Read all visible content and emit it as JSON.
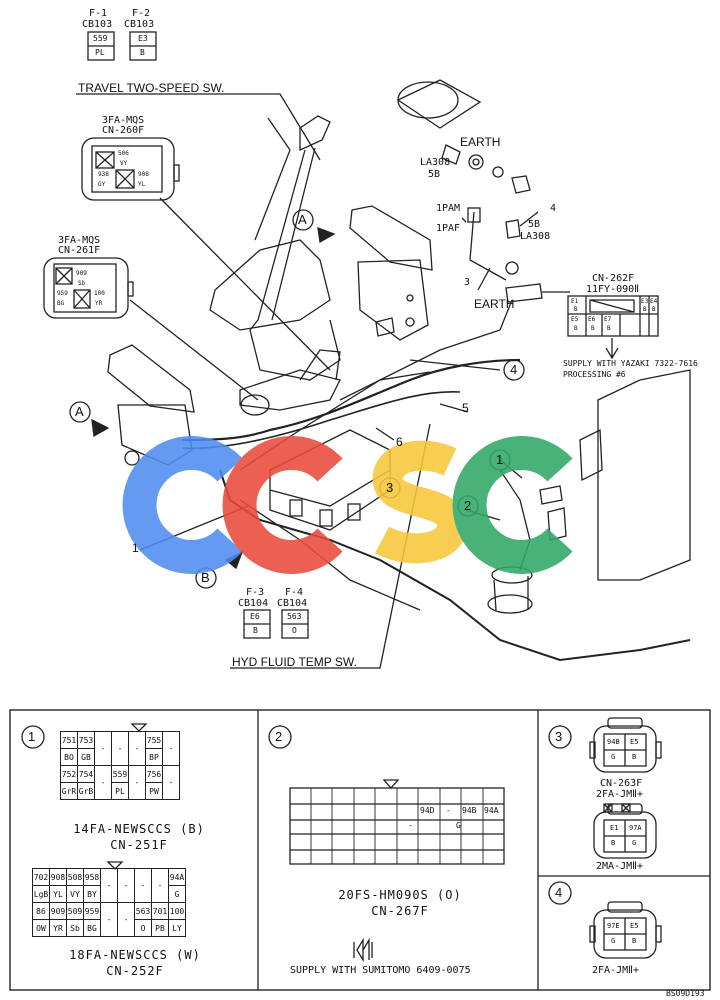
{
  "top_fuses": [
    {
      "id": "F-1",
      "conn": "CB103",
      "code": "559",
      "color": "PL"
    },
    {
      "id": "F-2",
      "conn": "CB103",
      "code": "E3",
      "color": "B"
    }
  ],
  "bottom_fuses": [
    {
      "id": "F-3",
      "conn": "CB104",
      "code": "E6",
      "color": "B"
    },
    {
      "id": "F-4",
      "conn": "CB104",
      "code": "563",
      "color": "O"
    }
  ],
  "labels": {
    "travel_switch": "TRAVEL TWO-SPEED SW.",
    "hyd_switch": "HYD FLUID TEMP SW.",
    "earth1": "EARTH",
    "earth2": "EARTH",
    "la308_a": "LA308",
    "fiveb_a": "5B",
    "la308_b": "LA308",
    "fiveb_b": "5B",
    "pam": "1PAM",
    "paf": "1PAF",
    "n3": "3",
    "n4": "4",
    "n5": "5",
    "n6": "6",
    "n1": "1",
    "A1": "A",
    "A2": "A",
    "B": "B",
    "c1": "1",
    "c2": "2",
    "c3": "3",
    "c4": "4",
    "cn260_type": "3FA-MQS",
    "cn260": "CN-260F",
    "cn261_type": "3FA-MQS",
    "cn261": "CN-261F",
    "cn262": "CN-262F",
    "cn262_type": "11FY-090Ⅱ",
    "yazaki1": "SUPPLY WITH YAZAKI 7322-7616",
    "yazaki2": "PROCESSING #6",
    "ref": "BS09D193"
  },
  "cn260_cells": [
    "506",
    "VY",
    "938",
    "GY",
    "908",
    "YL"
  ],
  "cn261_cells": [
    "909",
    "Sb",
    "959",
    "BG",
    "100",
    "YR"
  ],
  "cn262_cells": [
    "E1",
    "E3",
    "E4",
    "B",
    "B",
    "B",
    "E5",
    "E6",
    "E7",
    "B",
    "B",
    "B"
  ],
  "panel1": {
    "num": "1",
    "t1_rows": [
      [
        "751",
        "753",
        "-",
        "-",
        "-",
        "755",
        "-"
      ],
      [
        "BO",
        "GB",
        "",
        "",
        "",
        "BP",
        ""
      ],
      [
        "752",
        "754",
        "-",
        "559",
        "-",
        "756",
        "-"
      ],
      [
        "GrR",
        "GrB",
        "",
        "PL",
        "",
        "PW",
        ""
      ]
    ],
    "t1_cap1": "14FA-NEWSCCS (B)",
    "t1_cap2": "CN-251F",
    "t2_rows": [
      [
        "702",
        "908",
        "508",
        "958",
        "-",
        "-",
        "-",
        "-",
        "94A"
      ],
      [
        "LgB",
        "YL",
        "VY",
        "BY",
        "",
        "",
        "",
        "",
        "G"
      ],
      [
        "86",
        "909",
        "509",
        "959",
        "-",
        "-",
        "563",
        "701",
        "100"
      ],
      [
        "OW",
        "YR",
        "Sb",
        "BG",
        "",
        "",
        "O",
        "PB",
        "LY"
      ]
    ],
    "t2_cap1": "18FA-NEWSCCS (W)",
    "t2_cap2": "CN-252F"
  },
  "panel2": {
    "num": "2",
    "cells": [
      "94D",
      "-",
      "94B",
      "94A",
      "-",
      "G"
    ],
    "cap1": "20FS-HM090S (O)",
    "cap2": "CN-267F",
    "supply": "SUPPLY WITH SUMITOMO 6409-0075"
  },
  "panel3": {
    "num": "3",
    "top": [
      "94B",
      "E5",
      "G",
      "B"
    ],
    "cap1": "CN-263F",
    "cap2": "2FA-JMⅡ+",
    "bot": [
      "E1",
      "97A",
      "B",
      "G"
    ],
    "cap3": "2MA-JMⅡ+"
  },
  "panel4": {
    "num": "4",
    "cells": [
      "97E",
      "E5",
      "G",
      "B"
    ],
    "cap": "2FA-JMⅡ+"
  },
  "colors": {
    "blue": "#4f8ef0",
    "red": "#ea4b3c",
    "yellow": "#f7c73b",
    "green": "#2fa866"
  }
}
